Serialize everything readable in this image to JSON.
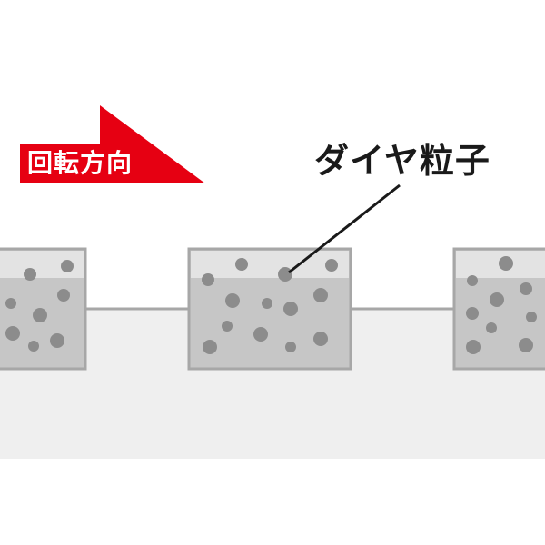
{
  "rotation_label": "回転方向",
  "particle_label": "ダイヤ粒子",
  "colors": {
    "arrow": "#e60012",
    "wheel_body": "#efefef",
    "segment_fill": "#c6c6c6",
    "segment_top": "#e3e3e3",
    "segment_border": "#a7a7a7",
    "particle": "#8c8c8c",
    "leader_line": "#1a1a1a"
  },
  "icons": {
    "direction_arrow": "red-right-arrow"
  }
}
